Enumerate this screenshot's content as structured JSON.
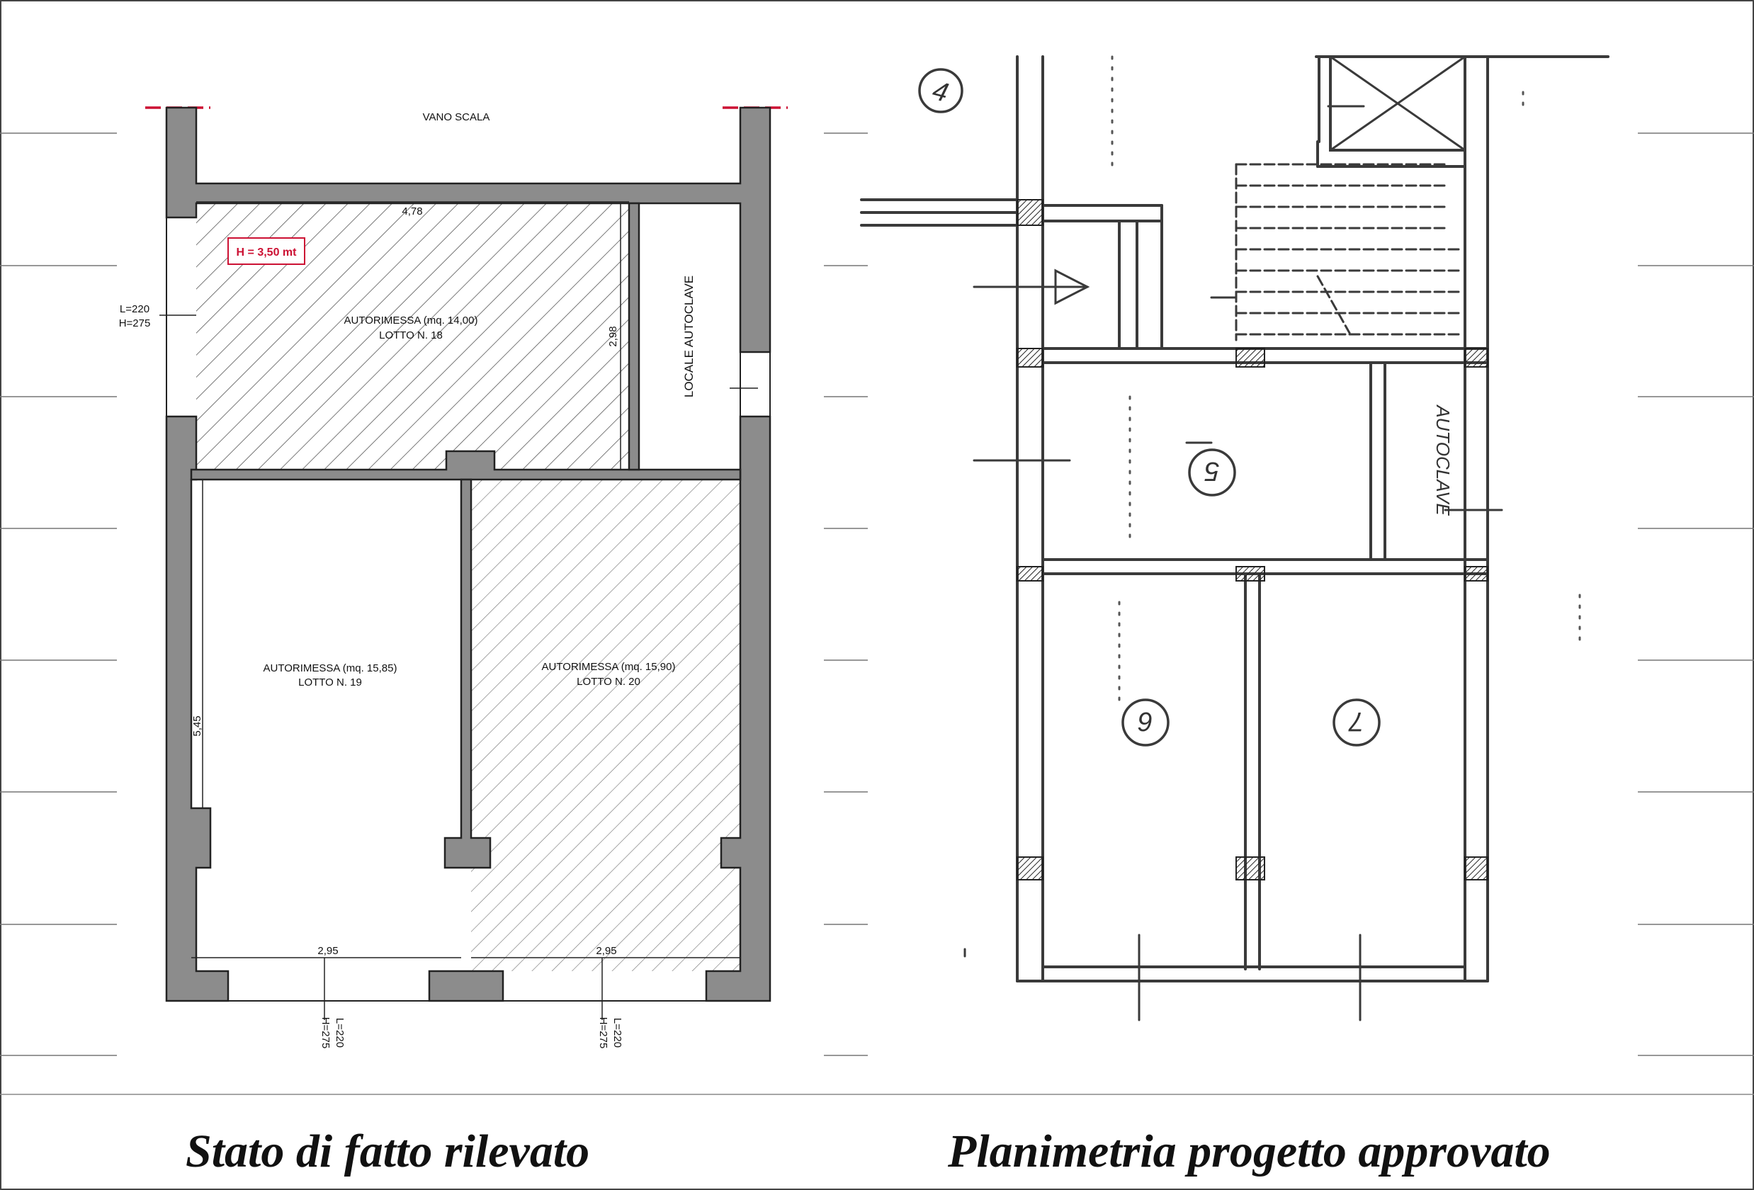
{
  "survey_plan": {
    "stair_label": "VANO SCALA",
    "height_note": "H = 3,50 mt",
    "side_opening": {
      "width_label": "L=220",
      "height_label": "H=275"
    },
    "room_18": {
      "name": "AUTORIMESSA (mq. 14,00)",
      "lot": "LOTTO N. 18",
      "width": "4,78",
      "depth": "2,98"
    },
    "autoclave_room": "LOCALE AUTOCLAVE",
    "room_19": {
      "name": "AUTORIMESSA (mq. 15,85)",
      "lot": "LOTTO N. 19",
      "depth": "5,45",
      "width": "2,95"
    },
    "room_20": {
      "name": "AUTORIMESSA (mq. 15,90)",
      "lot": "LOTTO N. 20",
      "width": "2,95"
    },
    "bottom_opening_left": {
      "width_label": "L=220",
      "height_label": "H=275"
    },
    "bottom_opening_right": {
      "width_label": "L=220",
      "height_label": "H=275"
    }
  },
  "approved_plan": {
    "unit_4": "4",
    "unit_5": "5",
    "unit_6": "6",
    "unit_7": "7",
    "autoclave": "AUTOCLAVE"
  },
  "captions": {
    "left": "Stato di fatto rilevato",
    "right": "Planimetria progetto approvato"
  },
  "colors": {
    "wall_fill": "#8c8c8c",
    "line": "#222222",
    "hatch": "#555555",
    "accent_red": "#cc1133",
    "approved_wall": "#4a4a4a"
  }
}
